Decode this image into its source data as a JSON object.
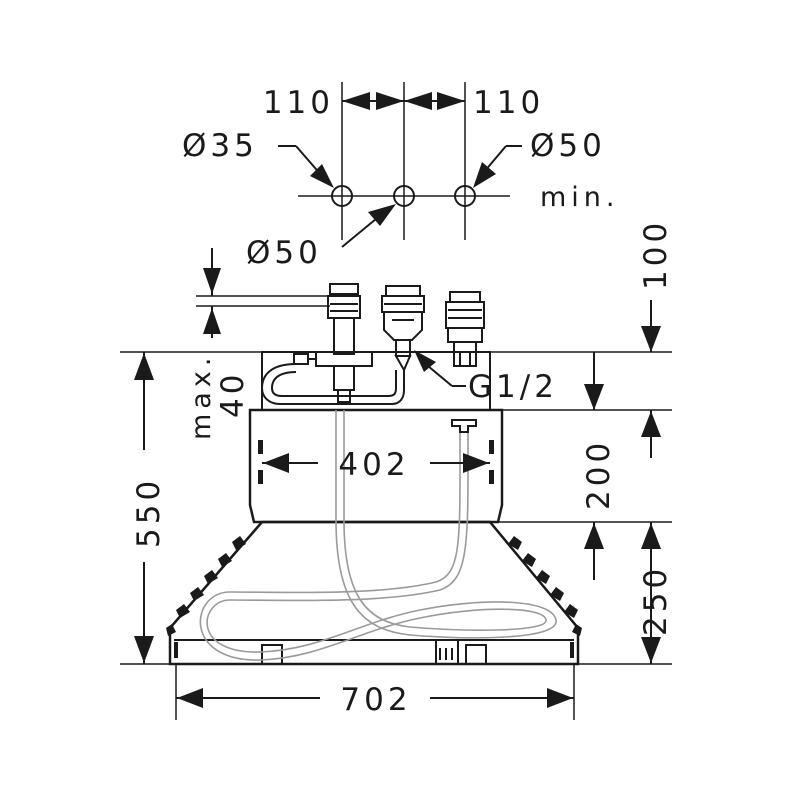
{
  "dimensions": {
    "spacing_left": "110",
    "spacing_right": "110",
    "hole_left": "Ø35",
    "hole_right": "Ø50",
    "hole_center": "Ø50",
    "min_label": "min.",
    "max_label": "max.",
    "max_value": "40",
    "thread": "G1/2",
    "total_height": "550",
    "upper_width": "402",
    "base_width": "702",
    "clearance_top": "100",
    "body_height": "200",
    "skirt_height": "250"
  },
  "colors": {
    "line": "#1a1a1a",
    "hose": "#9a9a9a",
    "background": "#ffffff"
  }
}
